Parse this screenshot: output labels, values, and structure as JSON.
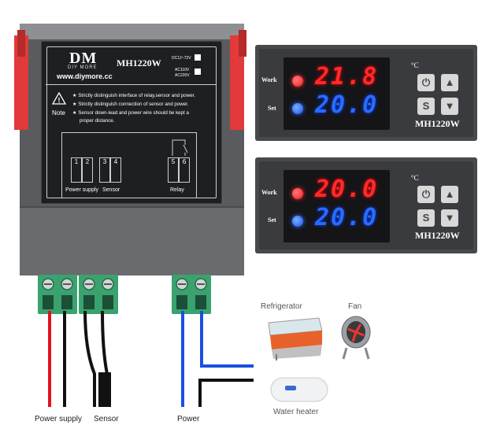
{
  "module": {
    "brand_logo": "DM",
    "brand_small": "DIY MORE",
    "website": "www.diymore.cc",
    "model": "MH1220W",
    "voltage_top": "DC12~72V",
    "voltage_bottom_1": "AC110V",
    "voltage_bottom_2": "AC220V",
    "note_word": "Note",
    "note_1": "★ Strictly distinguish interface of relay,sensor and power.",
    "note_2": "★ Strictly distinguish connection of sensor and power.",
    "note_3": "★ Sensor down-lead and power wire should be kept a",
    "note_3b": "proper distance.",
    "terminals": [
      "1",
      "2",
      "3",
      "4",
      "5",
      "6"
    ],
    "label_power": "Power supply",
    "label_sensor": "Sensor",
    "label_relay": "Relay"
  },
  "display_top": {
    "work_label": "Work",
    "set_label": "Set",
    "work_value": "21.8",
    "set_value": "20.0",
    "unit": "°C",
    "model": "MH1220W"
  },
  "display_bottom": {
    "work_label": "Work",
    "set_label": "Set",
    "work_value": "20.0",
    "set_value": "20.0",
    "unit": "°C",
    "model": "MH1220W"
  },
  "buttons": {
    "power": "⏻",
    "up": "▲",
    "set": "S",
    "down": "▼"
  },
  "wiring": {
    "power_supply": "Power supply",
    "sensor": "Sensor",
    "power": "Power"
  },
  "appliances": {
    "refrigerator": "Refrigerator",
    "fan": "Fan",
    "water_heater": "Water heater"
  },
  "colors": {
    "wire_red": "#e0141c",
    "wire_blue": "#1a4fe0",
    "wire_black": "#111111",
    "connector_green": "#3aa26f",
    "clip_red": "#e23a3a"
  }
}
